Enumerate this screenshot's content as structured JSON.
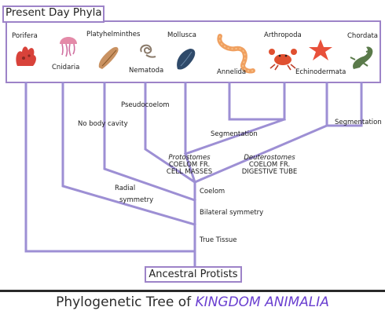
{
  "header": {
    "title": "Present Day Phyla"
  },
  "phyla": [
    {
      "id": "porifera",
      "label": "Porifera",
      "icon": "sponge-icon",
      "color": "#d8423a"
    },
    {
      "id": "cnidaria",
      "label": "Cnidaria",
      "icon": "jellyfish-icon",
      "color": "#e48aa8"
    },
    {
      "id": "platyhelminthes",
      "label": "Platyhelminthes",
      "icon": "flatworm-icon",
      "color": "#b07a3a"
    },
    {
      "id": "nematoda",
      "label": "Nematoda",
      "icon": "roundworm-icon",
      "color": "#8a7a6a"
    },
    {
      "id": "mollusca",
      "label": "Mollusca",
      "icon": "mussel-icon",
      "color": "#2f4a6a"
    },
    {
      "id": "annelida",
      "label": "Annelida",
      "icon": "earthworm-icon",
      "color": "#f0a060"
    },
    {
      "id": "arthropoda",
      "label": "Arthropoda",
      "icon": "crab-icon",
      "color": "#e05030"
    },
    {
      "id": "echinodermata",
      "label": "Echinodermata",
      "icon": "starfish-icon",
      "color": "#e8503a"
    },
    {
      "id": "chordata",
      "label": "Chordata",
      "icon": "lizard-icon",
      "color": "#5a7a4a"
    }
  ],
  "nodes": {
    "pseudocoelom": "Pseudocoelom",
    "no_body_cavity": "No body cavity",
    "segmentation_left": "Segmentation",
    "segmentation_right": "Segmentation",
    "protostomes": "Protostomes",
    "protostomes_detail": "COELOM FR.",
    "protostomes_detail2": "CELL MASSES",
    "deuterostomes": "Deuterostomes",
    "deuterostomes_detail": "COELOM FR.",
    "deuterostomes_detail2": "DIGESTIVE TUBE",
    "radial_symmetry_1": "Radial",
    "radial_symmetry_2": "symmetry",
    "coelom": "Coelom",
    "bilateral_symmetry": "Bilateral symmetry",
    "true_tissue": "True Tissue"
  },
  "root": {
    "label": "Ancestral Protists"
  },
  "footer": {
    "prefix": "Phylogenetic Tree of ",
    "highlight": "KINGDOM ANIMALIA"
  },
  "colors": {
    "branch": "#9d8fd4",
    "frame": "#9d83c8",
    "accent": "#6a3fd0"
  }
}
